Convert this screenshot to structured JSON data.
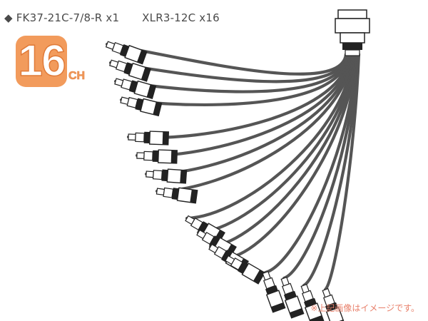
{
  "header": {
    "bullet": "◆",
    "part_main": "FK37-21C-7/8-R x1",
    "part_branch": "XLR3-12C x16"
  },
  "badge": {
    "number": "16",
    "unit": "CH"
  },
  "footer": {
    "note": "※上記画像はイメージです。"
  },
  "diagram": {
    "channels": 16,
    "cable_color": "#555555",
    "connector_body_color": "#ffffff",
    "connector_outline_color": "#222222",
    "connector_band_color": "#222222",
    "accent_color": "#f29b5c",
    "note_color": "#e8806b"
  }
}
